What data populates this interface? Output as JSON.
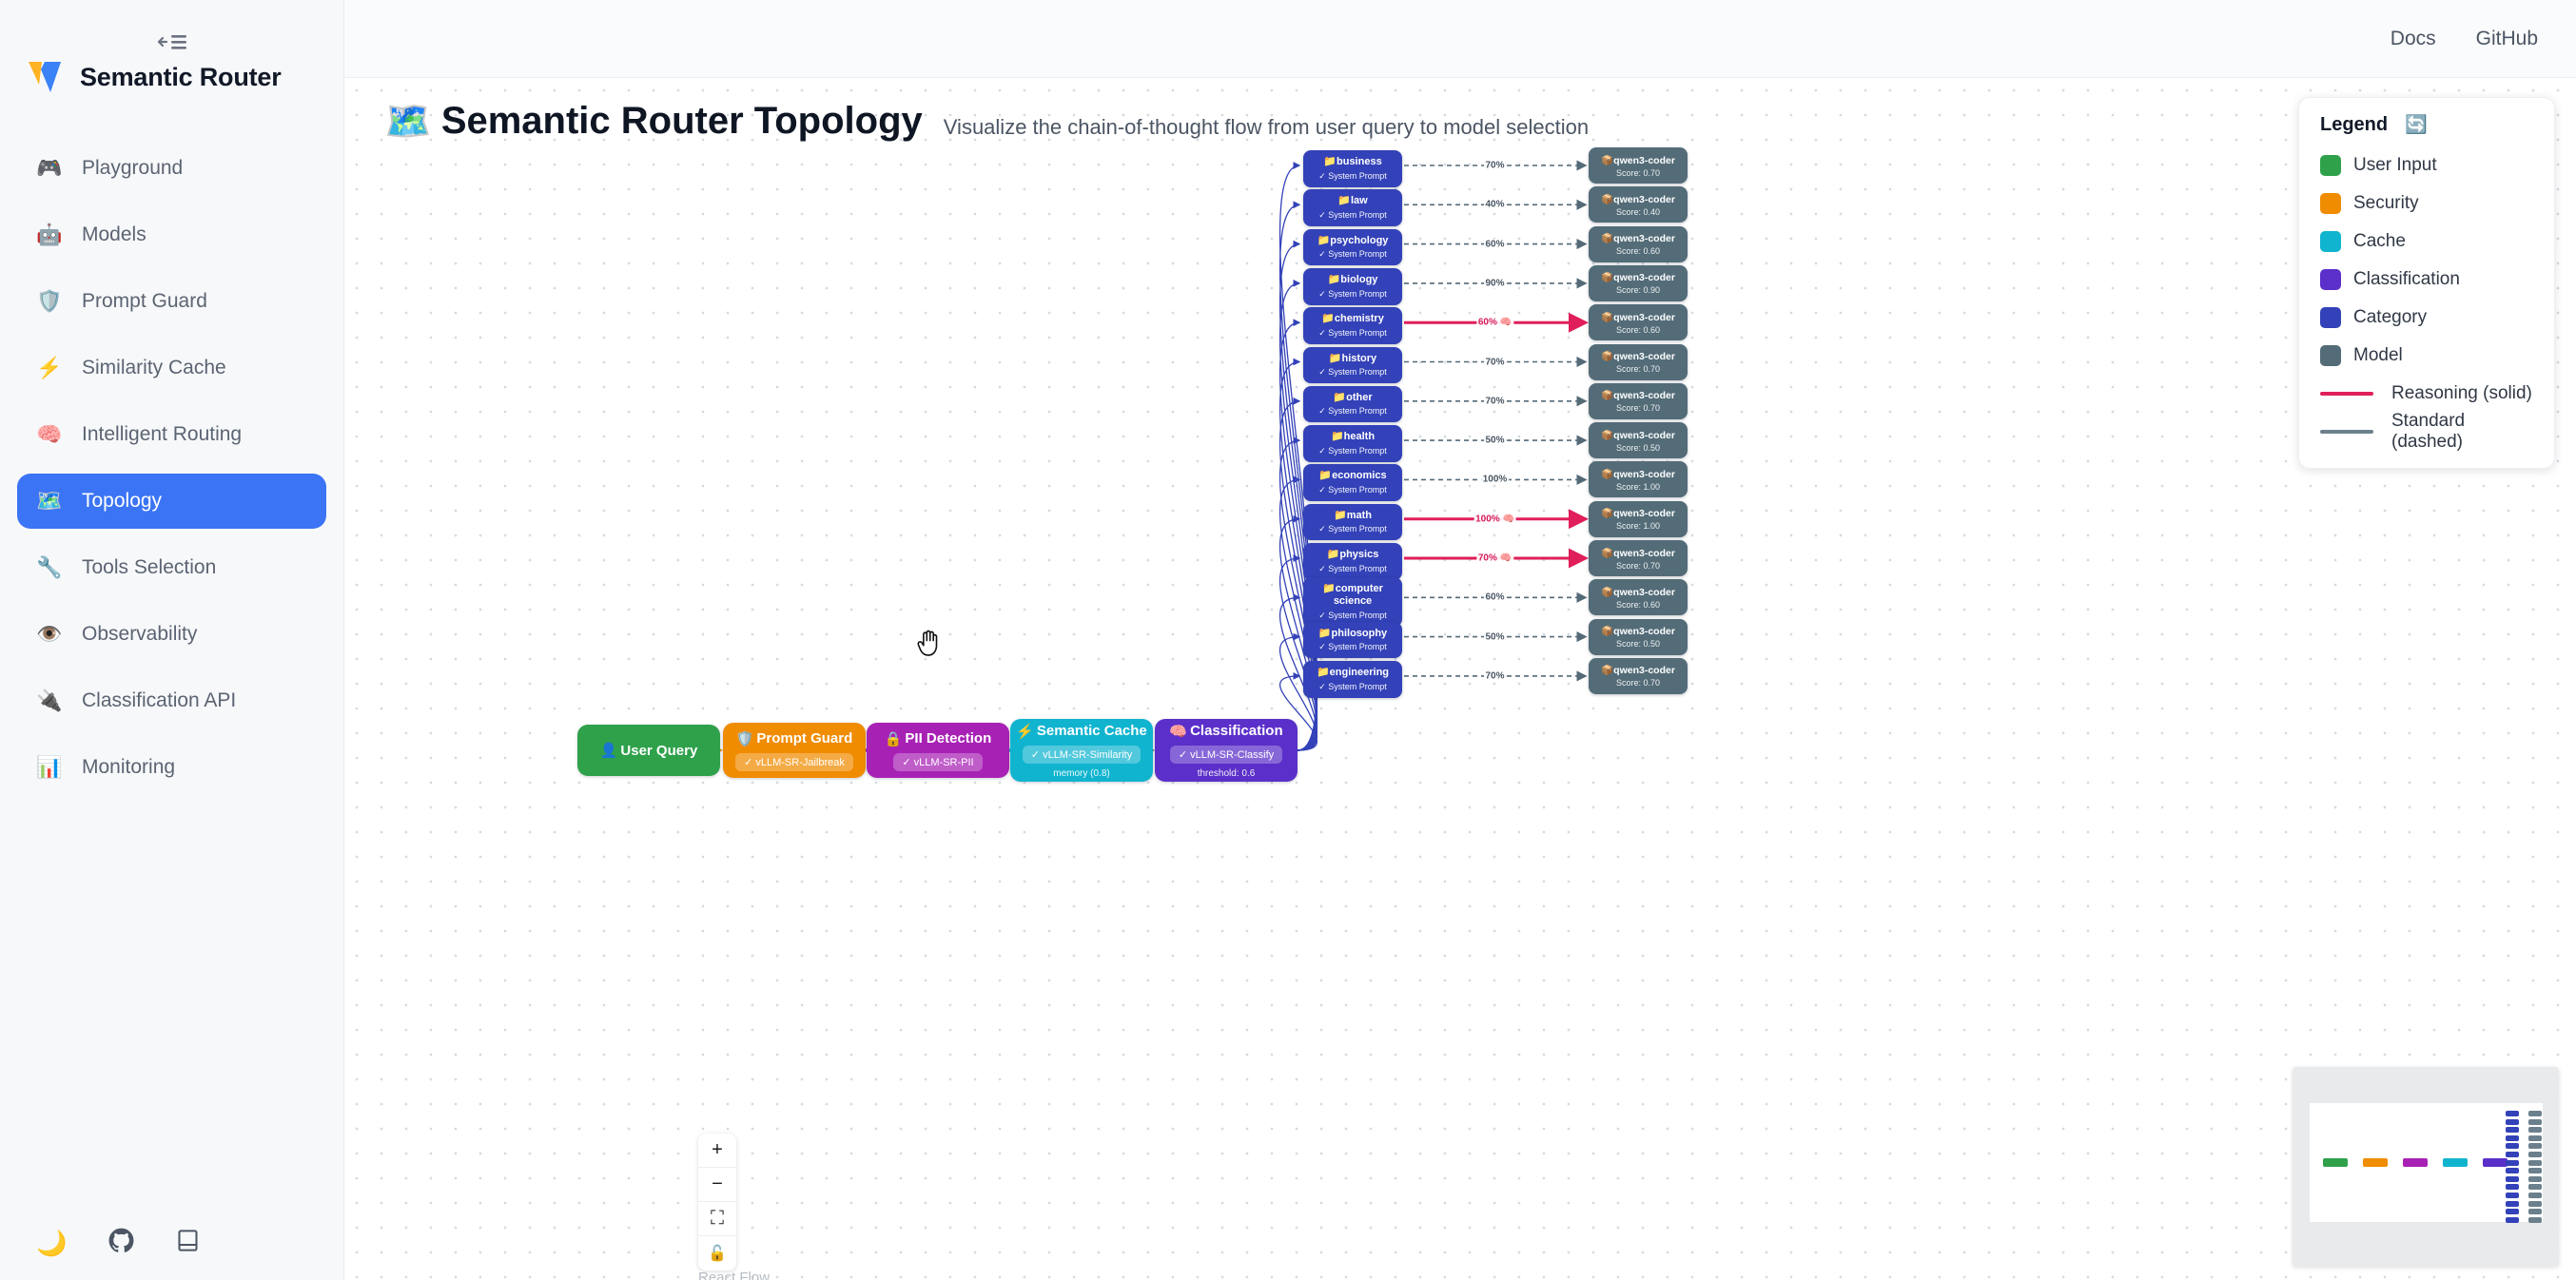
{
  "sidebar": {
    "toggle_icon": "collapse-menu-icon",
    "brand": {
      "title": "Semantic Router",
      "logo_icon": "vllm-logo-icon"
    },
    "items": [
      {
        "label": "Playground",
        "icon": "🎮",
        "icon_name": "gamepad-icon",
        "active": false
      },
      {
        "label": "Models",
        "icon": "🤖",
        "icon_name": "robot-icon",
        "active": false
      },
      {
        "label": "Prompt Guard",
        "icon": "🛡️",
        "icon_name": "shield-icon",
        "active": false
      },
      {
        "label": "Similarity Cache",
        "icon": "⚡",
        "icon_name": "lightning-icon",
        "active": false
      },
      {
        "label": "Intelligent Routing",
        "icon": "🧠",
        "icon_name": "brain-icon",
        "active": false
      },
      {
        "label": "Topology",
        "icon": "🗺️",
        "icon_name": "map-icon",
        "active": true
      },
      {
        "label": "Tools Selection",
        "icon": "🔧",
        "icon_name": "wrench-icon",
        "active": false
      },
      {
        "label": "Observability",
        "icon": "👁️",
        "icon_name": "eye-icon",
        "active": false
      },
      {
        "label": "Classification API",
        "icon": "🔌",
        "icon_name": "plug-icon",
        "active": false
      },
      {
        "label": "Monitoring",
        "icon": "📊",
        "icon_name": "bar-chart-icon",
        "active": false
      }
    ],
    "footer_icons": [
      {
        "icon": "🌙",
        "icon_name": "dark-mode-toggle-icon"
      },
      {
        "icon": "",
        "icon_name": "github-icon"
      },
      {
        "icon": "",
        "icon_name": "docs-book-icon"
      }
    ]
  },
  "topbar": {
    "docs": "Docs",
    "github": "GitHub"
  },
  "header": {
    "icon": "🗺️",
    "title": "Semantic Router Topology",
    "subtitle": "Visualize the chain-of-thought flow from user query to model selection"
  },
  "legend": {
    "title": "Legend",
    "refresh_icon": "🔄",
    "swatches": [
      {
        "label": "User Input",
        "color": "#2fa14b"
      },
      {
        "label": "Security",
        "color": "#f08c00"
      },
      {
        "label": "Cache",
        "color": "#11b4cf"
      },
      {
        "label": "Classification",
        "color": "#5b2fc9"
      },
      {
        "label": "Category",
        "color": "#3342b8"
      },
      {
        "label": "Model",
        "color": "#536c78"
      }
    ],
    "lines": [
      {
        "label": "Reasoning (solid)",
        "color": "#e01e5a",
        "style": "solid"
      },
      {
        "label": "Standard (dashed)",
        "color": "#6b808c",
        "style": "dashed"
      }
    ]
  },
  "pipeline": [
    {
      "id": "user-query",
      "title": "User Query",
      "icon": "👤",
      "badge": null,
      "meta": null,
      "color": "#2fa14b"
    },
    {
      "id": "prompt-guard",
      "title": "Prompt Guard",
      "icon": "🛡️",
      "badge": "✓ vLLM-SR-Jailbreak",
      "meta": null,
      "color": "#f08c00"
    },
    {
      "id": "pii-detection",
      "title": "PII Detection",
      "icon": "🔒",
      "badge": "✓ vLLM-SR-PII",
      "meta": null,
      "color": "#a821b5"
    },
    {
      "id": "semantic-cache",
      "title": "Semantic Cache",
      "icon": "⚡",
      "badge": "✓ vLLM-SR-Similarity",
      "meta": "memory (0.8)",
      "color": "#11b4cf"
    },
    {
      "id": "classification",
      "title": "Classification",
      "icon": "🧠",
      "badge": "✓ vLLM-SR-Classify",
      "meta": "threshold: 0.6",
      "color": "#5b2fc9"
    }
  ],
  "category_sub_label": "✓ System Prompt",
  "category_icon": "📁",
  "model_icon": "📦",
  "branches": [
    {
      "category": "business",
      "percent": "70%",
      "model": "qwen3-coder",
      "score": "Score: 0.70",
      "reasoning": false
    },
    {
      "category": "law",
      "percent": "40%",
      "model": "qwen3-coder",
      "score": "Score: 0.40",
      "reasoning": false
    },
    {
      "category": "psychology",
      "percent": "60%",
      "model": "qwen3-coder",
      "score": "Score: 0.60",
      "reasoning": false
    },
    {
      "category": "biology",
      "percent": "90%",
      "model": "qwen3-coder",
      "score": "Score: 0.90",
      "reasoning": false
    },
    {
      "category": "chemistry",
      "percent": "60%",
      "model": "qwen3-coder",
      "score": "Score: 0.60",
      "reasoning": true
    },
    {
      "category": "history",
      "percent": "70%",
      "model": "qwen3-coder",
      "score": "Score: 0.70",
      "reasoning": false
    },
    {
      "category": "other",
      "percent": "70%",
      "model": "qwen3-coder",
      "score": "Score: 0.70",
      "reasoning": false
    },
    {
      "category": "health",
      "percent": "50%",
      "model": "qwen3-coder",
      "score": "Score: 0.50",
      "reasoning": false
    },
    {
      "category": "economics",
      "percent": "100%",
      "model": "qwen3-coder",
      "score": "Score: 1.00",
      "reasoning": false
    },
    {
      "category": "math",
      "percent": "100%",
      "model": "qwen3-coder",
      "score": "Score: 1.00",
      "reasoning": true
    },
    {
      "category": "physics",
      "percent": "70%",
      "model": "qwen3-coder",
      "score": "Score: 0.70",
      "reasoning": true
    },
    {
      "category": "computer science",
      "percent": "60%",
      "model": "qwen3-coder",
      "score": "Score: 0.60",
      "reasoning": false
    },
    {
      "category": "philosophy",
      "percent": "50%",
      "model": "qwen3-coder",
      "score": "Score: 0.50",
      "reasoning": false
    },
    {
      "category": "engineering",
      "percent": "70%",
      "model": "qwen3-coder",
      "score": "Score: 0.70",
      "reasoning": false
    }
  ],
  "controls": [
    {
      "icon": "+",
      "icon_name": "zoom-in-icon"
    },
    {
      "icon": "−",
      "icon_name": "zoom-out-icon"
    },
    {
      "icon": "⛶",
      "icon_name": "fit-view-icon"
    },
    {
      "icon": "🔓",
      "icon_name": "lock-toggle-icon"
    }
  ],
  "attribution": "React Flow",
  "cursor": {
    "icon": "✋",
    "icon_name": "grab-hand-cursor"
  }
}
